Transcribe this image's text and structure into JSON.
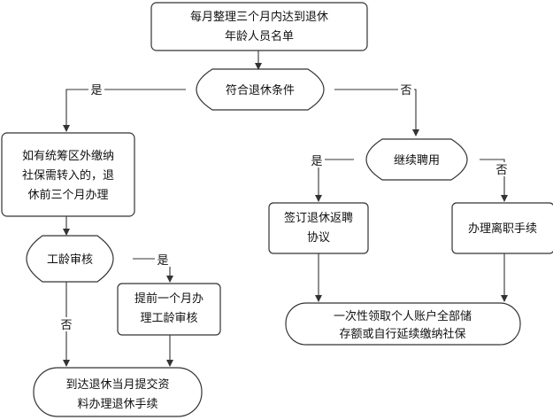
{
  "nodes": {
    "monthly_list": [
      "每月整理三个月内达到退休",
      "年龄人员名单"
    ],
    "meets_condition": "符合退休条件",
    "transfer_in": [
      "如有统筹区外缴纳",
      "社保需转入的，退",
      "休前三个月办理"
    ],
    "continue_employ": "继续聘用",
    "seniority_review": "工龄审核",
    "sign_rehire": [
      "签订退休返聘",
      "协议"
    ],
    "resign_procedure": "办理离职手续",
    "review_early": [
      "提前一个月办",
      "理工龄审核"
    ],
    "lump_sum": [
      "一次性领取个人账户全部储",
      "存额或自行延续缴纳社保"
    ],
    "submit_docs": [
      "到达退休当月提交资",
      "料办理退休手续"
    ]
  },
  "edge_labels": {
    "meets_yes": "是",
    "meets_no": "否",
    "continue_yes": "是",
    "continue_no": "否",
    "seniority_yes": "是",
    "seniority_no": "否"
  }
}
